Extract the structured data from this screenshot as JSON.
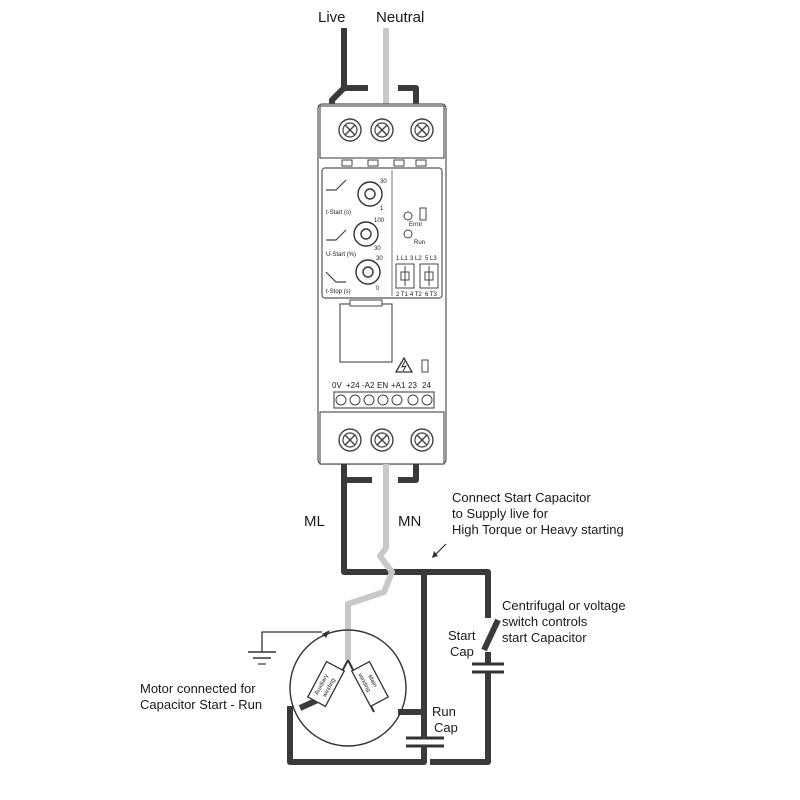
{
  "labels": {
    "live": "Live",
    "neutral": "Neutral",
    "ml": "ML",
    "mn": "MN",
    "note_start_cap": [
      "Connect Start Capacitor",
      "to Supply live for",
      "High Torque or Heavy starting"
    ],
    "note_switch": [
      "Centrifugal or voltage",
      "switch controls",
      "start Capacitor"
    ],
    "start_cap": [
      "Start",
      "Cap"
    ],
    "run_cap": [
      "Run",
      "Cap"
    ],
    "motor_note": [
      "Motor connected for",
      "Capacitor Start - Run"
    ],
    "aux_winding": [
      "Auxiliary",
      "winding"
    ],
    "main_winding": [
      "Main",
      "winding"
    ]
  },
  "device": {
    "dial_tstart": {
      "label": "t-Start (s)",
      "max": "30",
      "min": "1"
    },
    "dial_ustart": {
      "label": "U-Start (%)",
      "max": "100",
      "min": "30"
    },
    "dial_tstop": {
      "label": "t-Stop (s)",
      "max": "30",
      "min": "0"
    },
    "led_error": "Error",
    "led_run": "Run",
    "relay_top": [
      "1 L1",
      "3 L2",
      "5 L3"
    ],
    "relay_bottom": [
      "2 T1",
      "4 T2",
      "6 T3"
    ],
    "terminal_labels": [
      "0V",
      "+24",
      "-A2",
      "EN",
      "+A1",
      "23",
      "24"
    ]
  },
  "colors": {
    "live_wire": "#3a3a3a",
    "neutral_wire": "#c8c8c8"
  }
}
